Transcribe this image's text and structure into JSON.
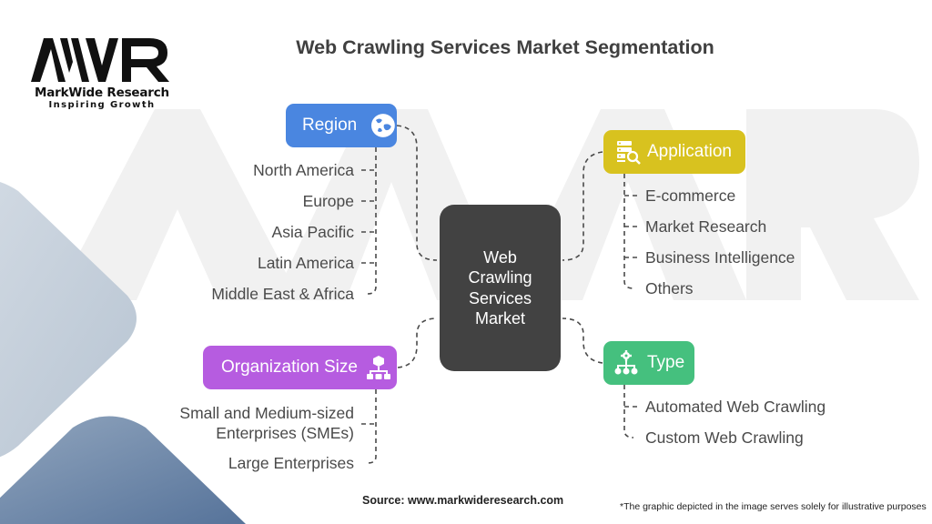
{
  "brand": {
    "logo_mark": "MWR",
    "name": "MarkWide Research",
    "tagline": "Inspiring Growth"
  },
  "title": "Web Crawling Services Market Segmentation",
  "center_node": "Web\nCrawling\nServices\nMarket",
  "segments": {
    "region": {
      "label": "Region",
      "icon": "globe-icon",
      "color": "#4a86e0",
      "items": [
        "North America",
        "Europe",
        "Asia Pacific",
        "Latin America",
        "Middle East & Africa"
      ]
    },
    "application": {
      "label": "Application",
      "icon": "database-search-icon",
      "color": "#d8c21f",
      "items": [
        "E-commerce",
        "Market Research",
        "Business Intelligence",
        "Others"
      ]
    },
    "organization_size": {
      "label": "Organization Size",
      "icon": "org-chart-cube-icon",
      "color": "#b65ce0",
      "items": [
        "Small and Medium-sized\nEnterprises (SMEs)",
        "Large Enterprises"
      ]
    },
    "type": {
      "label": "Type",
      "icon": "org-chart-gear-icon",
      "color": "#45c07e",
      "items": [
        "Automated Web Crawling",
        "Custom Web Crawling"
      ]
    }
  },
  "footer": {
    "source": "Source: www.markwideresearch.com",
    "note": "*The graphic depicted in the image serves  solely for illustrative purposes"
  }
}
